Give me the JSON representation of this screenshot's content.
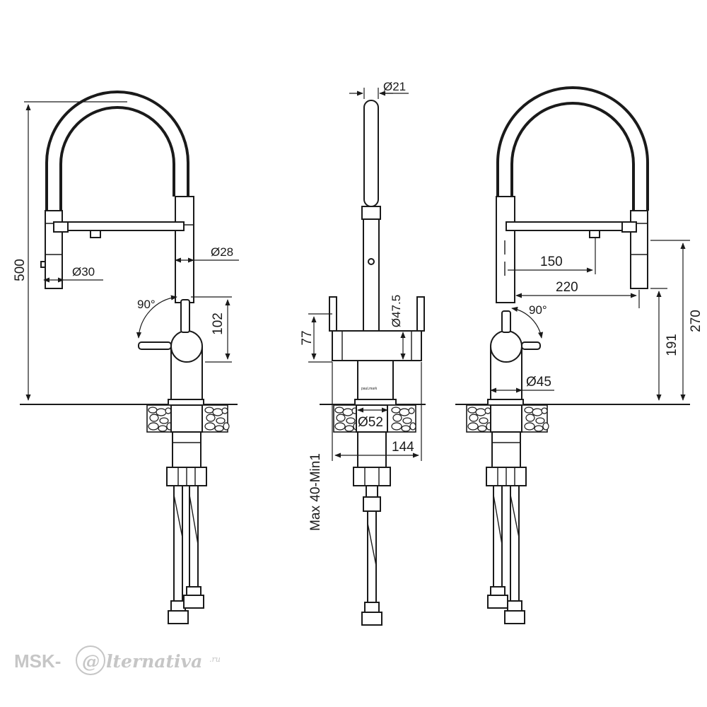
{
  "dimensions": {
    "height_total": "500",
    "hose_diameter": "Ø30",
    "body_diameter_left": "Ø28",
    "lever_height": "102",
    "lever_angle_left": "90°",
    "spout_diameter": "Ø21",
    "body_diameter_front": "Ø47.5",
    "block_height": "77",
    "base_diameter": "Ø52",
    "base_width": "144",
    "countertop_thickness": "Max 40-Min1",
    "reach_short": "150",
    "reach_long": "220",
    "lever_angle_right": "90°",
    "body_diameter_right": "Ø45",
    "outlet_height": "191",
    "head_height": "270"
  },
  "branding": {
    "product_mark": "pauLmark",
    "logo_prefix": "MSK-",
    "logo_at": "@",
    "logo_word": "lternativa",
    "logo_domain": ".ru"
  },
  "colors": {
    "line": "#1a1a1a",
    "background": "#ffffff",
    "watermark": "#c6c6c6"
  }
}
